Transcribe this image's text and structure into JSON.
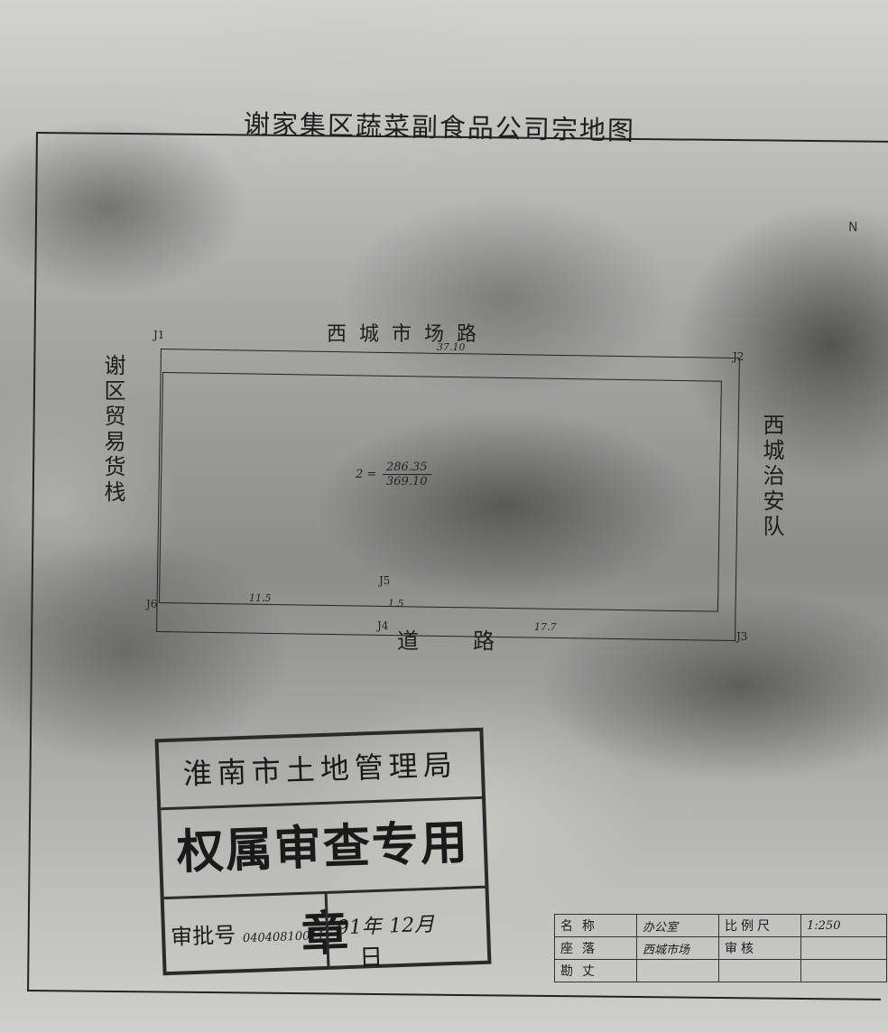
{
  "document": {
    "title": "谢家集区蔬菜副食品公司宗地图",
    "north_label": "N",
    "roads": {
      "top": "西城市场路",
      "bottom_1": "道",
      "bottom_2": "路",
      "left": "谢区贸易货栈",
      "right": "西城治安队"
    },
    "dimensions": {
      "top_length": "37.10",
      "bottom_left": "11.5",
      "bottom_jog": "1.5",
      "bottom_right": "17.7"
    },
    "points": {
      "p1": "J1",
      "p2": "J2",
      "p3": "J3",
      "p4": "J4",
      "p5": "J5",
      "p6": "J6"
    },
    "parcel_label": {
      "lhs": "2 =",
      "numerator": "286.35",
      "denominator": "369.10"
    }
  },
  "stamp": {
    "line1": "淮南市土地管理局",
    "line2": "权属审查专用章",
    "approval_label": "审批号",
    "approval_no": "04040810011",
    "date_year": "91年",
    "date_month": "12月",
    "date_day": "日"
  },
  "title_block": {
    "name_label": "名称",
    "name_value": "办公室",
    "scale_label": "比例尺",
    "scale_value": "1:250",
    "location_label": "座落",
    "location_value": "西城市场",
    "review_label": "审核",
    "survey_label": "勘丈"
  }
}
